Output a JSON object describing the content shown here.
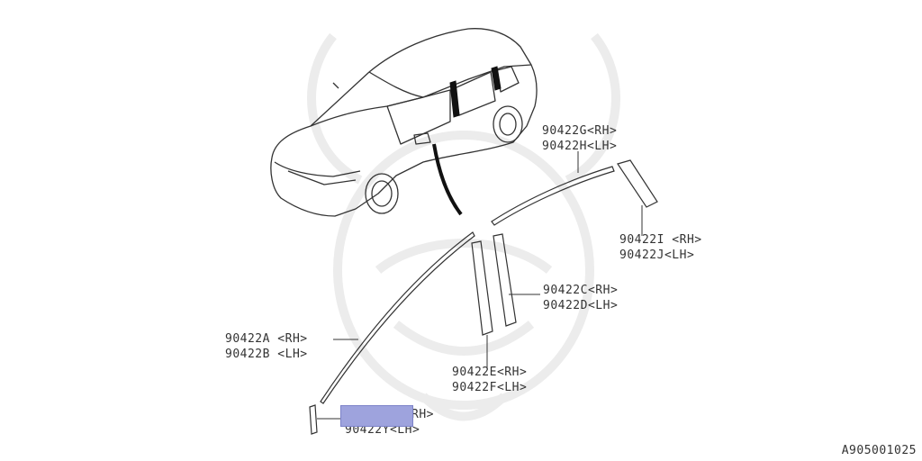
{
  "callouts": {
    "gh": {
      "rh": "90422G<RH>",
      "lh": "90422H<LH>"
    },
    "ij": {
      "rh": "90422I <RH>",
      "lh": "90422J<LH>"
    },
    "cd": {
      "rh": "90422C<RH>",
      "lh": "90422D<LH>"
    },
    "ab": {
      "rh": "90422A <RH>",
      "lh": "90422B <LH>"
    },
    "ef": {
      "rh": "90422E<RH>",
      "lh": "90422F<LH>"
    },
    "xy": {
      "rh": "RH>",
      "lh": "90422Y<LH>"
    }
  },
  "reference_code": "A905001025",
  "colors": {
    "line": "#333333",
    "highlight": "#9ea3dd",
    "watermark": "#ececec"
  }
}
